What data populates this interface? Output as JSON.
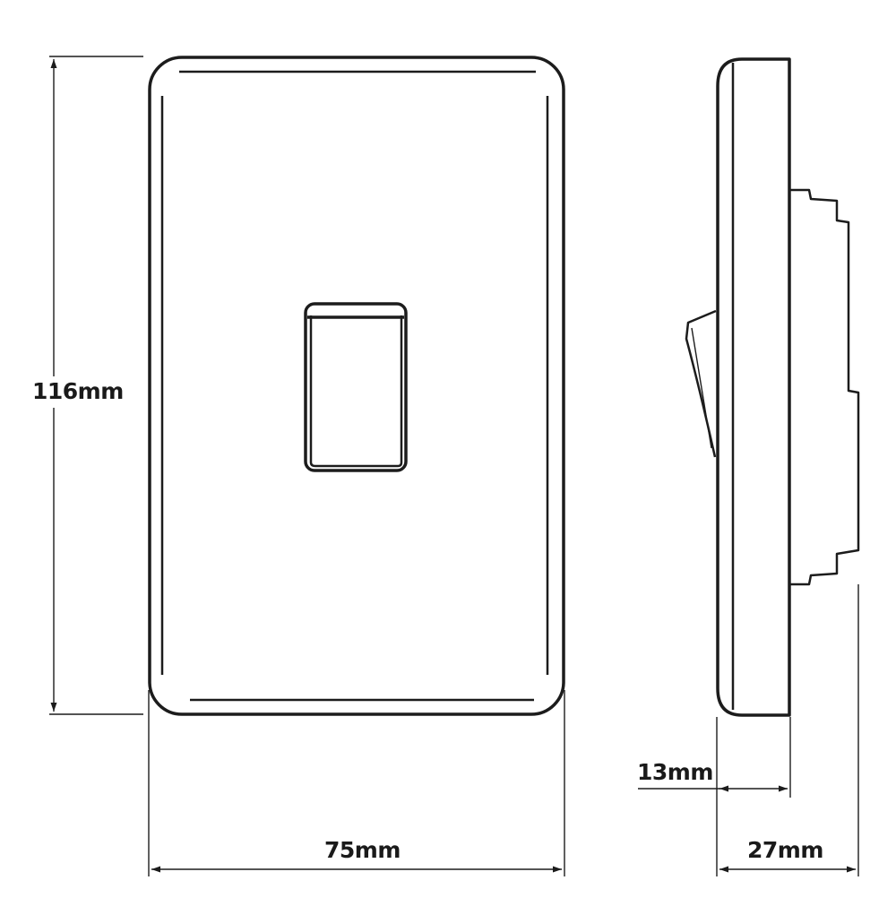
{
  "diagram": {
    "dimensions": {
      "height": "116mm",
      "width": "75mm",
      "plate_depth": "13mm",
      "total_depth": "27mm"
    },
    "colors": {
      "line": "#1c1c1c",
      "background": "#ffffff"
    },
    "icons": {
      "arrowhead": "filled-triangle"
    }
  }
}
